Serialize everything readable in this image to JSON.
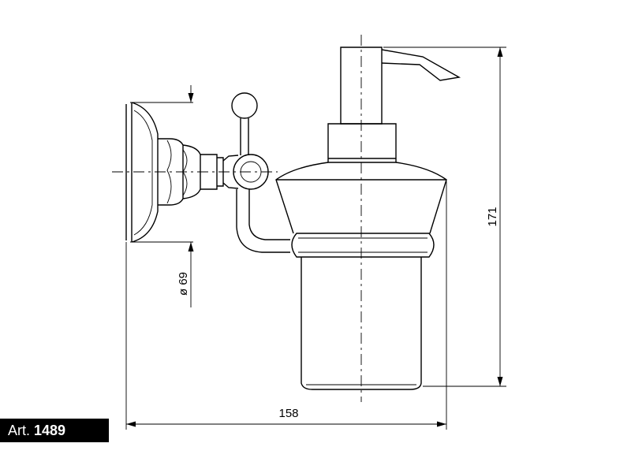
{
  "dimensions": {
    "width": "158",
    "height": "171",
    "diameter": "ø 69"
  },
  "article": {
    "prefix": "Art.",
    "number": "1489"
  }
}
